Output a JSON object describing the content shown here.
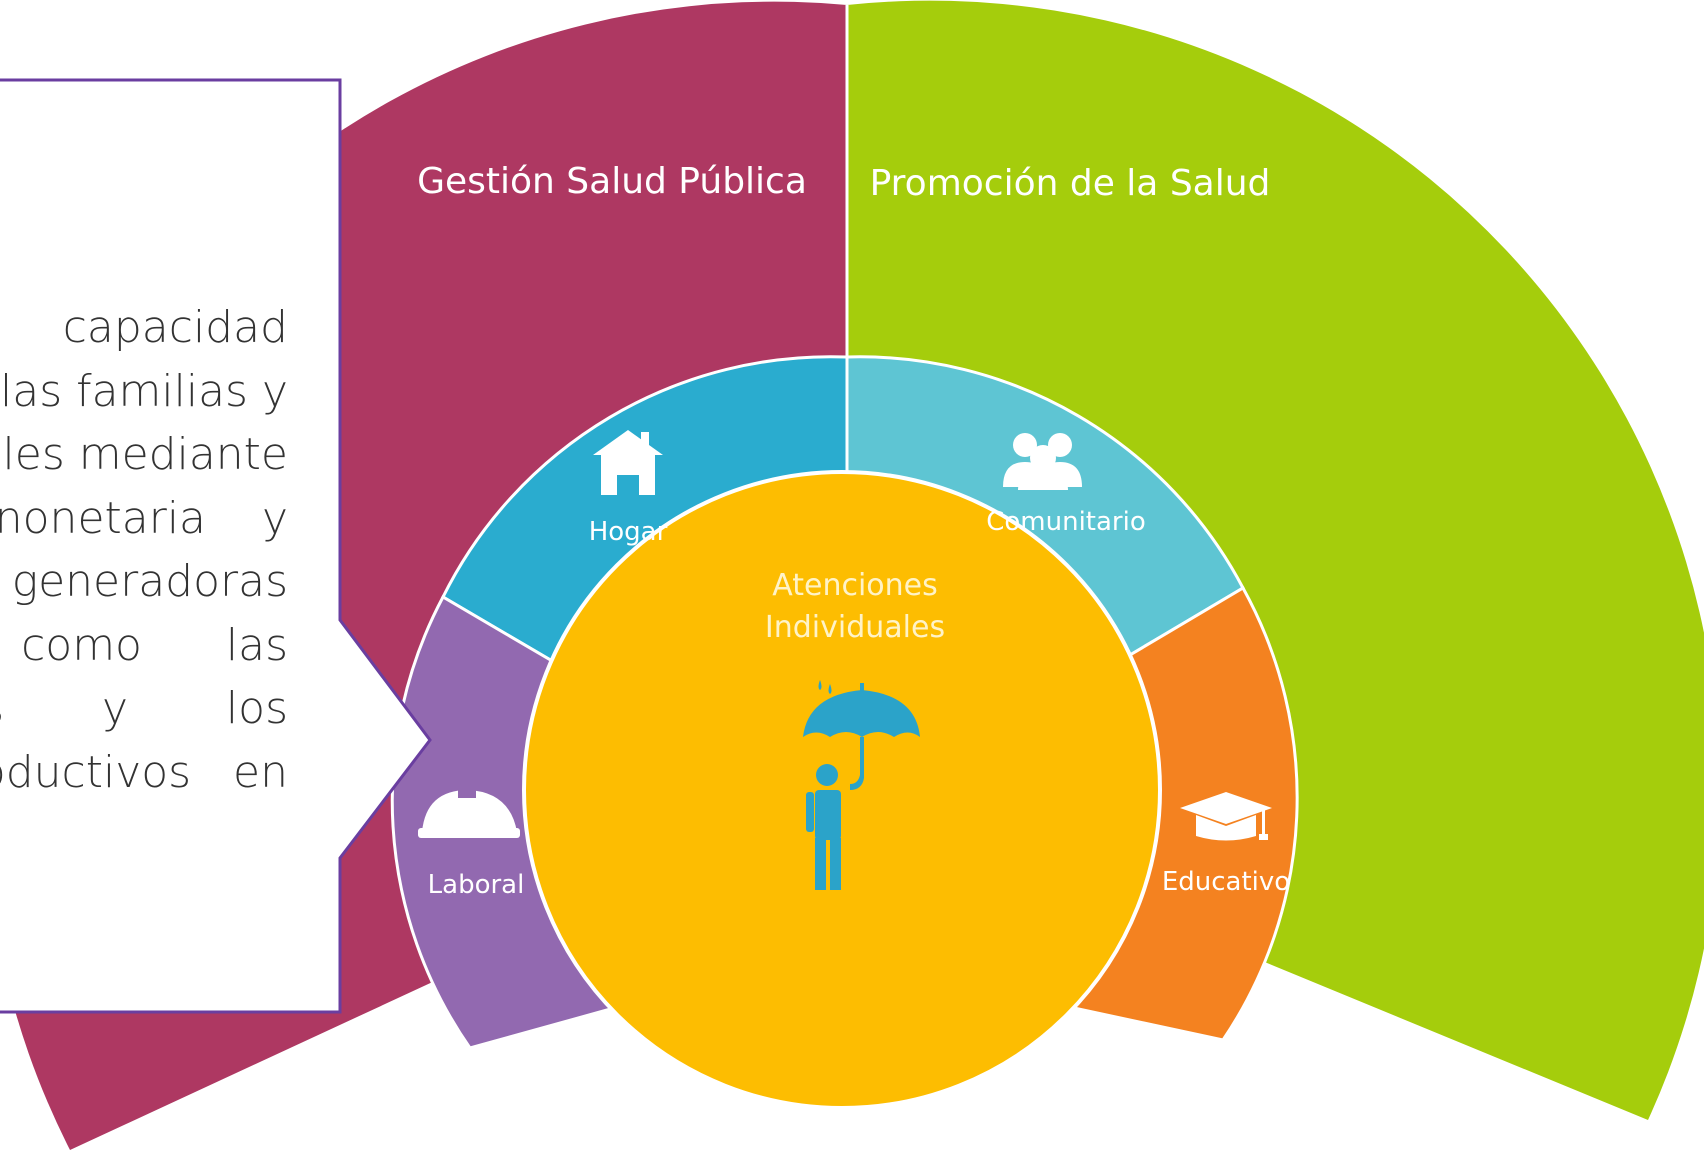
{
  "outer_ring": {
    "left_label": "Gestión Salud Pública",
    "right_label": "Promoción de la Salud"
  },
  "settings": {
    "hogar": "Hogar",
    "comunitario": "Comunitario",
    "educativo": "Educativo",
    "laboral": "Laboral"
  },
  "center": {
    "line1": "Atenciones",
    "line2": "Individuales"
  },
  "callout": {
    "lines": [
      "capacidad",
      "las familias y",
      "les mediante",
      "nonetaria    y",
      "generadoras",
      "como      las",
      "s       y       los",
      "oductivos   en"
    ]
  },
  "colors": {
    "gestion": "#AE3862",
    "promocion": "#A5CD0C",
    "hogar": "#2AACCF",
    "comunitario": "#5EC5D3",
    "educativo": "#F48220",
    "laboral": "#9269B0",
    "center": "#FDBD01",
    "callout_border": "#6A3EA0",
    "icon": "#2BA3C9"
  },
  "icons": [
    "house-icon",
    "people-icon",
    "graduation-cap-icon",
    "hard-hat-icon",
    "person-umbrella-icon"
  ]
}
